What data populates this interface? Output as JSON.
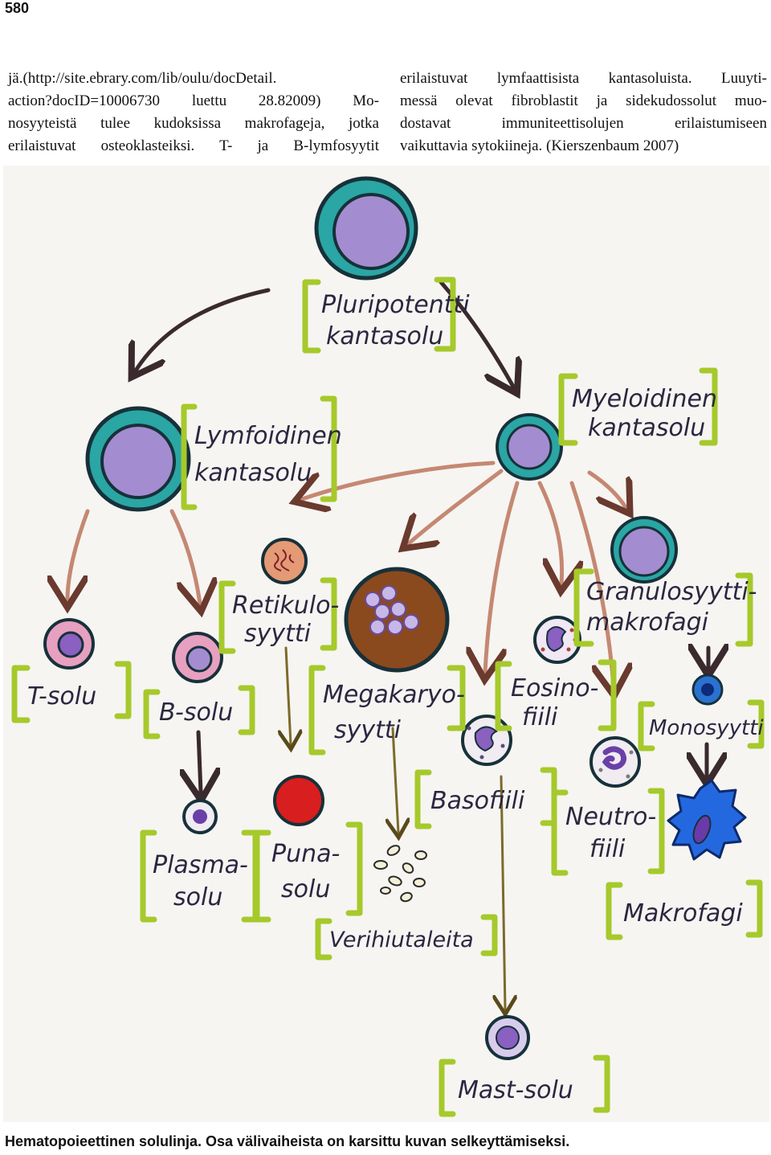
{
  "page": {
    "number": "580"
  },
  "text": {
    "left_lines": [
      "jä.(http://site.ebrary.com/lib/oulu/docDetail.",
      "action?docID=10006730 luettu 28.82009) Mo-",
      "nosyyteistä tulee kudoksissa makrofageja, jotka",
      "erilaistuvat osteoklasteiksi. T- ja B-lymfosyytit"
    ],
    "right_lines": [
      "erilaistuvat lymfaattisista kantasoluista. Luuyti-",
      "messä olevat fibroblastit ja sidekudossolut muo-",
      "dostavat immuniteettisolujen erilaistumiseen",
      "vaikuttavia sytokiineja. (Kierszenbaum 2007)"
    ]
  },
  "figure": {
    "labels": {
      "pluripotent": [
        "Pluripotentti",
        "kantasolu"
      ],
      "lymphoid": [
        "Lymfoidinen",
        "kantasolu"
      ],
      "myeloid": [
        "Myeloidinen",
        "kantasolu"
      ],
      "reticulocyte": [
        "Retikulo-",
        "syytti"
      ],
      "granulocyte": [
        "Granulosyytti-",
        "makrofagi"
      ],
      "t_cell": "T-solu",
      "b_cell": "B-solu",
      "megakaryocyte": [
        "Megakaryo-",
        "syytti"
      ],
      "eosinophil": [
        "Eosino-",
        "fiili"
      ],
      "monocyte": "Monosyytti",
      "basophil": "Basofiili",
      "neutrophil": [
        "Neutro-",
        "fiili"
      ],
      "plasma_cell": [
        "Plasma-",
        "solu"
      ],
      "red_cell": [
        "Puna-",
        "solu"
      ],
      "platelets": "Verihiutaleita",
      "macrophage": "Makrofagi",
      "mast_cell": "Mast-solu"
    },
    "colors": {
      "teal": "#2aa6a4",
      "violet": "#a48cd0",
      "pink": "#e7a0c0",
      "red": "#d81e1e",
      "brown": "#8a4a1e",
      "blue": "#2260d8",
      "bracket_green": "#a6c92b"
    }
  },
  "caption": "Hematopoieettinen solulinja. Osa välivaiheista on karsittu kuvan selkeyttämiseksi."
}
